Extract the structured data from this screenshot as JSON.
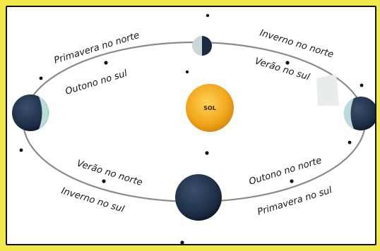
{
  "diagram": {
    "sun": {
      "label": "SOL",
      "color": "#f2a81c"
    },
    "earth_color": "#1b2a40",
    "axis_marker_color": "#111111",
    "season_labels": {
      "top_left_outer": "Primavera no norte",
      "top_left_inner": "Outono no sul",
      "top_right_outer": "Inverno no norte",
      "top_right_inner": "Verão no sul",
      "bottom_left_inner": "Verão no norte",
      "bottom_left_outer": "Inverno no sul",
      "bottom_right_inner": "Outono no norte",
      "bottom_right_outer": "Primavera no sul"
    }
  }
}
